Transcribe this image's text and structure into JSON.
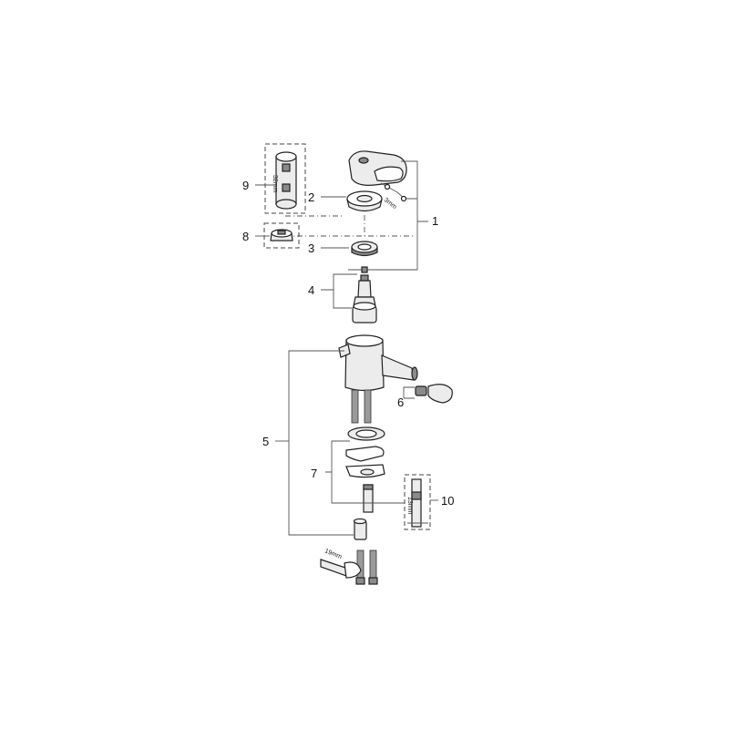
{
  "callouts": {
    "p1": "1",
    "p2": "2",
    "p3": "3",
    "p4": "4",
    "p5": "5",
    "p6": "6",
    "p7": "7",
    "p8": "8",
    "p9": "9",
    "p10": "10"
  },
  "dimensions": {
    "tool_9": "32mm",
    "key_1": "3mm",
    "tool_10": "13mm",
    "wrench": "19mm"
  }
}
